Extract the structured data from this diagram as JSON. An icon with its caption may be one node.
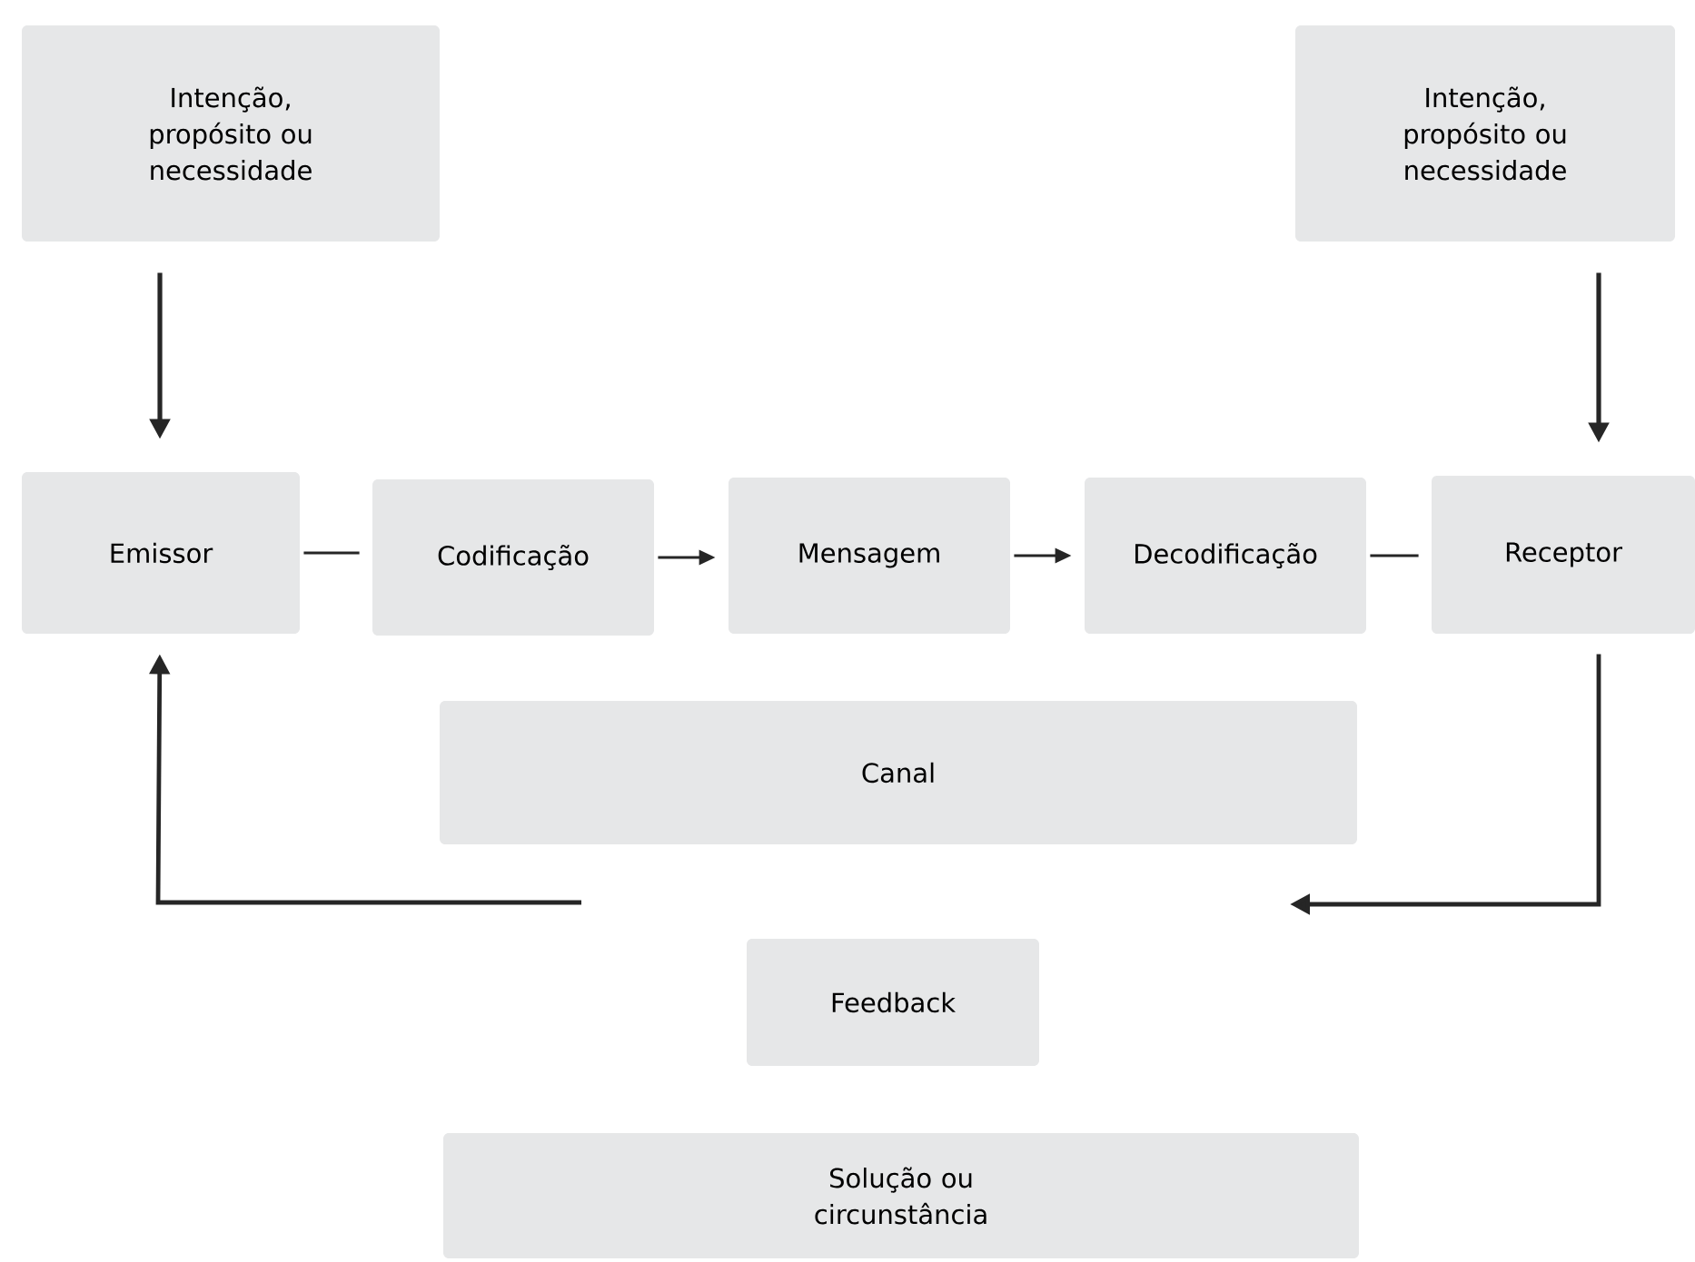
{
  "diagram": {
    "nodes": [
      {
        "text": [
          "Intenção, propósito ou necessidade"
        ]
      },
      {
        "text": [
          "Intenção, propósito ou necessidade"
        ]
      },
      {
        "text": [
          "Emissor"
        ]
      },
      {
        "text": [
          "Codificação"
        ]
      },
      {
        "text": [
          "Mensagem"
        ]
      },
      {
        "text": [
          "Decodificação"
        ]
      },
      {
        "text": [
          "Receptor"
        ]
      },
      {
        "text": [
          "Canal"
        ]
      },
      {
        "text": [
          "Feedback"
        ]
      },
      {
        "text": [
          "Solução ou circunstância"
        ]
      }
    ],
    "edges": [
      {
        "from": 0,
        "to": 2,
        "arrow": "to"
      },
      {
        "from": 1,
        "to": 6,
        "arrow": "to"
      },
      {
        "from": 2,
        "to": 3,
        "arrow": "none"
      },
      {
        "from": 3,
        "to": 4,
        "arrow": "to"
      },
      {
        "from": 4,
        "to": 5,
        "arrow": "to"
      },
      {
        "from": 5,
        "to": 6,
        "arrow": "none"
      },
      {
        "from": 6,
        "to": null,
        "arrow": "to"
      },
      {
        "from": null,
        "to": 2,
        "arrow": "to"
      }
    ]
  }
}
